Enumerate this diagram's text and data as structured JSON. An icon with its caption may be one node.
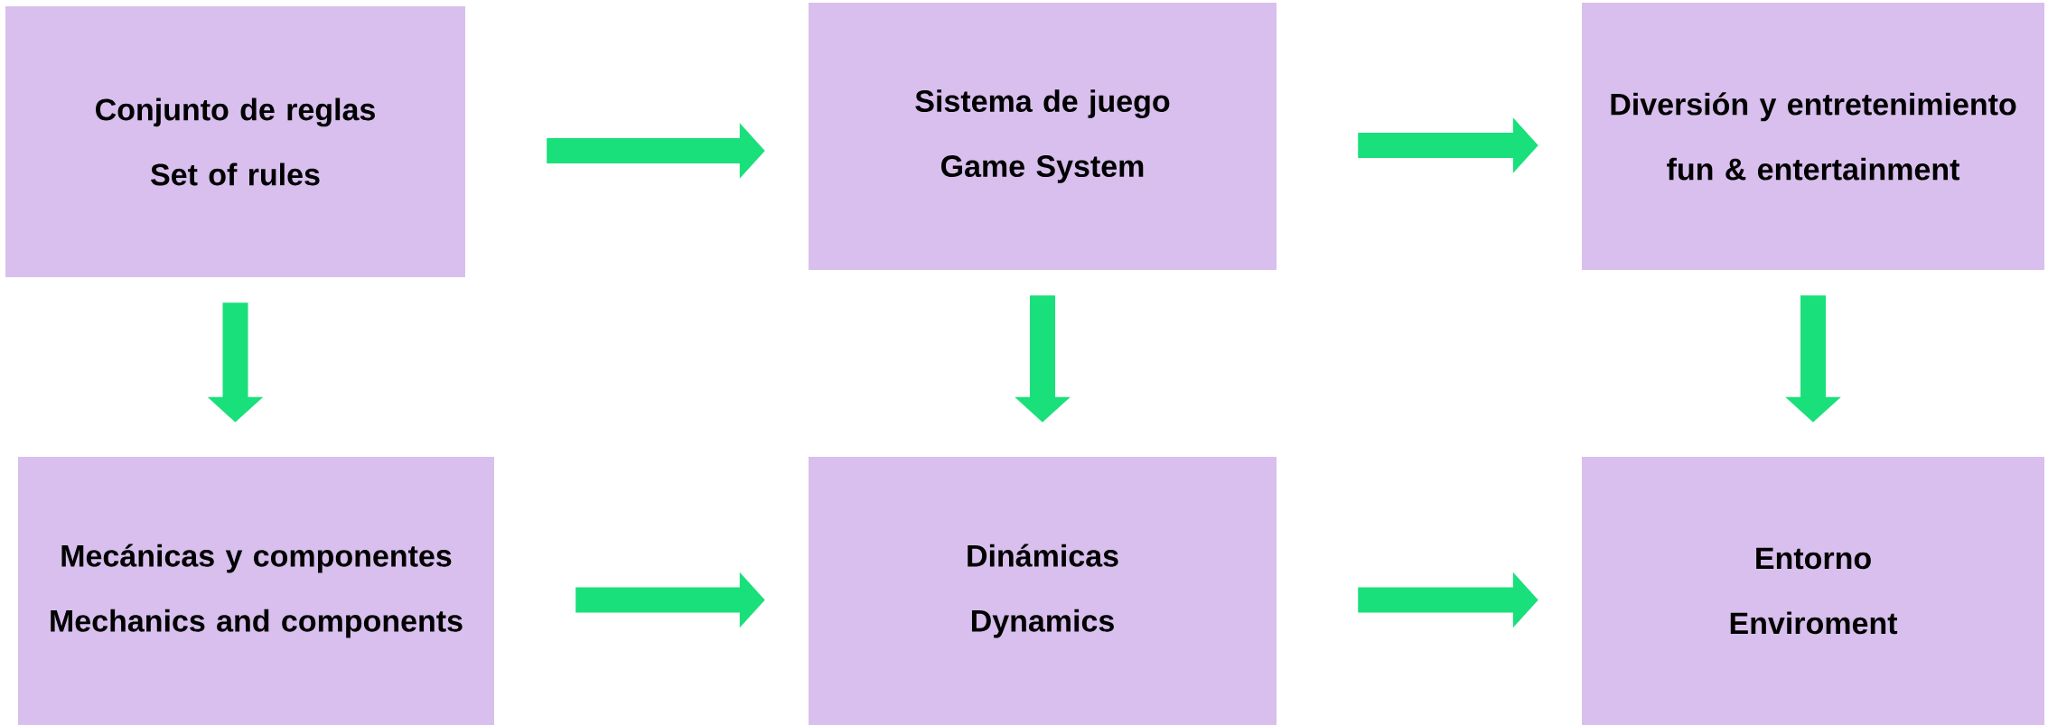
{
  "diagram": {
    "nodes": [
      {
        "text": [
          "Conjunto de reglas",
          "Set of rules"
        ]
      },
      {
        "text": [
          "Sistema de juego",
          "Game System"
        ]
      },
      {
        "text": [
          "Diversión y entretenimiento",
          "fun & entertainment"
        ]
      },
      {
        "text": [
          "Mecánicas y componentes",
          "Mechanics and components"
        ]
      },
      {
        "text": [
          "Dinámicas",
          "Dynamics"
        ]
      },
      {
        "text": [
          "Entorno",
          "Enviroment"
        ]
      }
    ],
    "edges": [
      {
        "from": 0,
        "to": 1,
        "arrow": "to"
      },
      {
        "from": 1,
        "to": 2,
        "arrow": "to"
      },
      {
        "from": 0,
        "to": 3,
        "arrow": "to"
      },
      {
        "from": 1,
        "to": 4,
        "arrow": "to"
      },
      {
        "from": 2,
        "to": 5,
        "arrow": "to"
      },
      {
        "from": 3,
        "to": 4,
        "arrow": "to"
      },
      {
        "from": 4,
        "to": 5,
        "arrow": "to"
      }
    ]
  }
}
